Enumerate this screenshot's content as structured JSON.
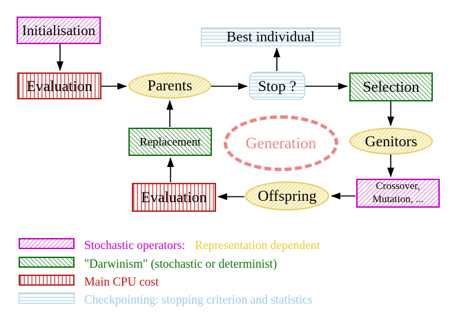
{
  "diagram": {
    "title_semantic": "Evolutionary algorithm generation loop",
    "nodes": {
      "initialisation": "Initialisation",
      "evaluation_top": "Evaluation",
      "parents": "Parents",
      "best_individual": "Best individual",
      "stop": "Stop ?",
      "selection": "Selection",
      "genitors": "Genitors",
      "crossover_line1": "Crossover,",
      "crossover_line2": "Mutation, ...",
      "offspring": "Offspring",
      "evaluation_bottom": "Evaluation",
      "replacement": "Replacement",
      "generation": "Generation"
    },
    "edges": [
      {
        "from": "initialisation",
        "to": "evaluation_top"
      },
      {
        "from": "evaluation_top",
        "to": "parents"
      },
      {
        "from": "parents",
        "to": "stop"
      },
      {
        "from": "stop",
        "to": "best_individual"
      },
      {
        "from": "stop",
        "to": "selection"
      },
      {
        "from": "selection",
        "to": "genitors"
      },
      {
        "from": "genitors",
        "to": "crossover_mutation"
      },
      {
        "from": "crossover_mutation",
        "to": "offspring"
      },
      {
        "from": "offspring",
        "to": "evaluation_bottom"
      },
      {
        "from": "evaluation_bottom",
        "to": "replacement"
      },
      {
        "from": "replacement",
        "to": "parents"
      }
    ]
  },
  "legend": {
    "items": [
      {
        "swatch": "magenta-diagonal-hatch",
        "label": "Stochastic operators:",
        "label2": "Representation dependent"
      },
      {
        "swatch": "green-diagonal-hatch",
        "label": "\"Darwinism\" (stochastic or determinist)"
      },
      {
        "swatch": "red-vertical-stripes",
        "label": "Main CPU cost"
      },
      {
        "swatch": "blue-horizontal-stripes",
        "label": "Checkpointing: stopping criterion and statistics"
      }
    ]
  },
  "colors": {
    "magenta": "#cc00cc",
    "green": "#117711",
    "red": "#bb2222",
    "light_blue": "#a8cbe0",
    "yellow_border": "#e3cf6b",
    "salmon": "#ee8484",
    "legend_yellow_text": "#eecb2f",
    "arrow": "#000000"
  }
}
